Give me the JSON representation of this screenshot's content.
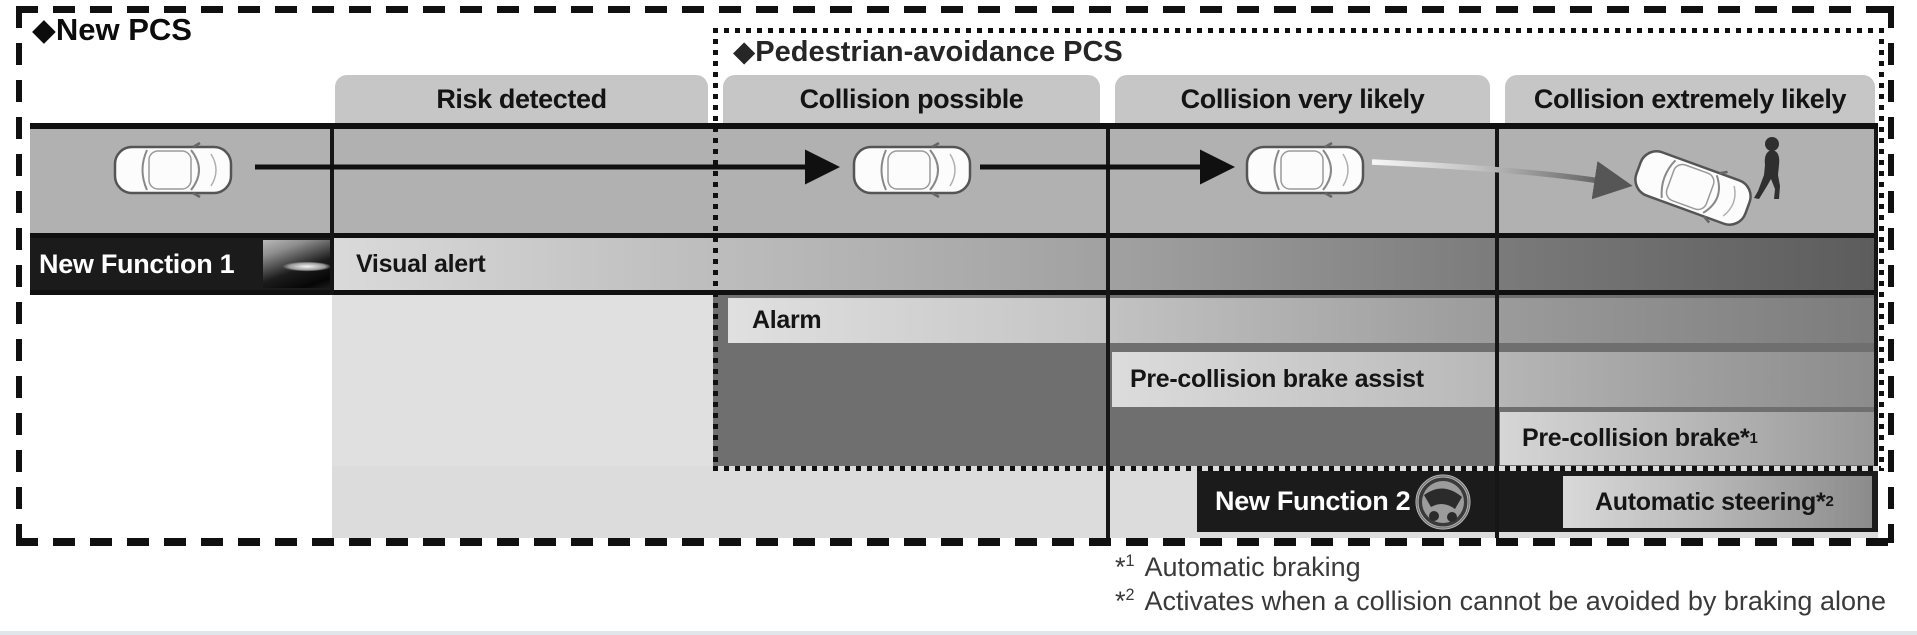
{
  "titles": {
    "outer": "◆New PCS",
    "inner": "◆Pedestrian-avoidance PCS"
  },
  "columns": [
    "Risk detected",
    "Collision possible",
    "Collision very likely",
    "Collision extremely likely"
  ],
  "cells": {
    "function1_label": "New Function 1",
    "visual_alert": "Visual alert",
    "alarm": "Alarm",
    "brake_assist": "Pre-collision brake assist",
    "brake": "Pre-collision brake*",
    "brake_sup": "1",
    "function2_label": "New Function 2",
    "steering": "Automatic steering*",
    "steering_sup": "2"
  },
  "footnotes": [
    {
      "star": "*",
      "sup": "1",
      "text": "Automatic braking"
    },
    {
      "star": "*",
      "sup": "2",
      "text": "Activates when a collision cannot be avoided by braking alone"
    }
  ],
  "icons": {
    "car": "car-top-view-icon",
    "steering_wheel": "steering-wheel-icon",
    "pedestrian": "pedestrian-icon",
    "hud_photo": "head-up-display-photo"
  },
  "colors": {
    "tab_bg": "#c6c6c6",
    "cars_row_bg": "#b1b1b1",
    "dark_canvas": "#6f6f6f",
    "light_cell": "#e0e0e0",
    "black_cell": "#1b1b1b",
    "grid_line": "#161616",
    "border": "#101010"
  }
}
